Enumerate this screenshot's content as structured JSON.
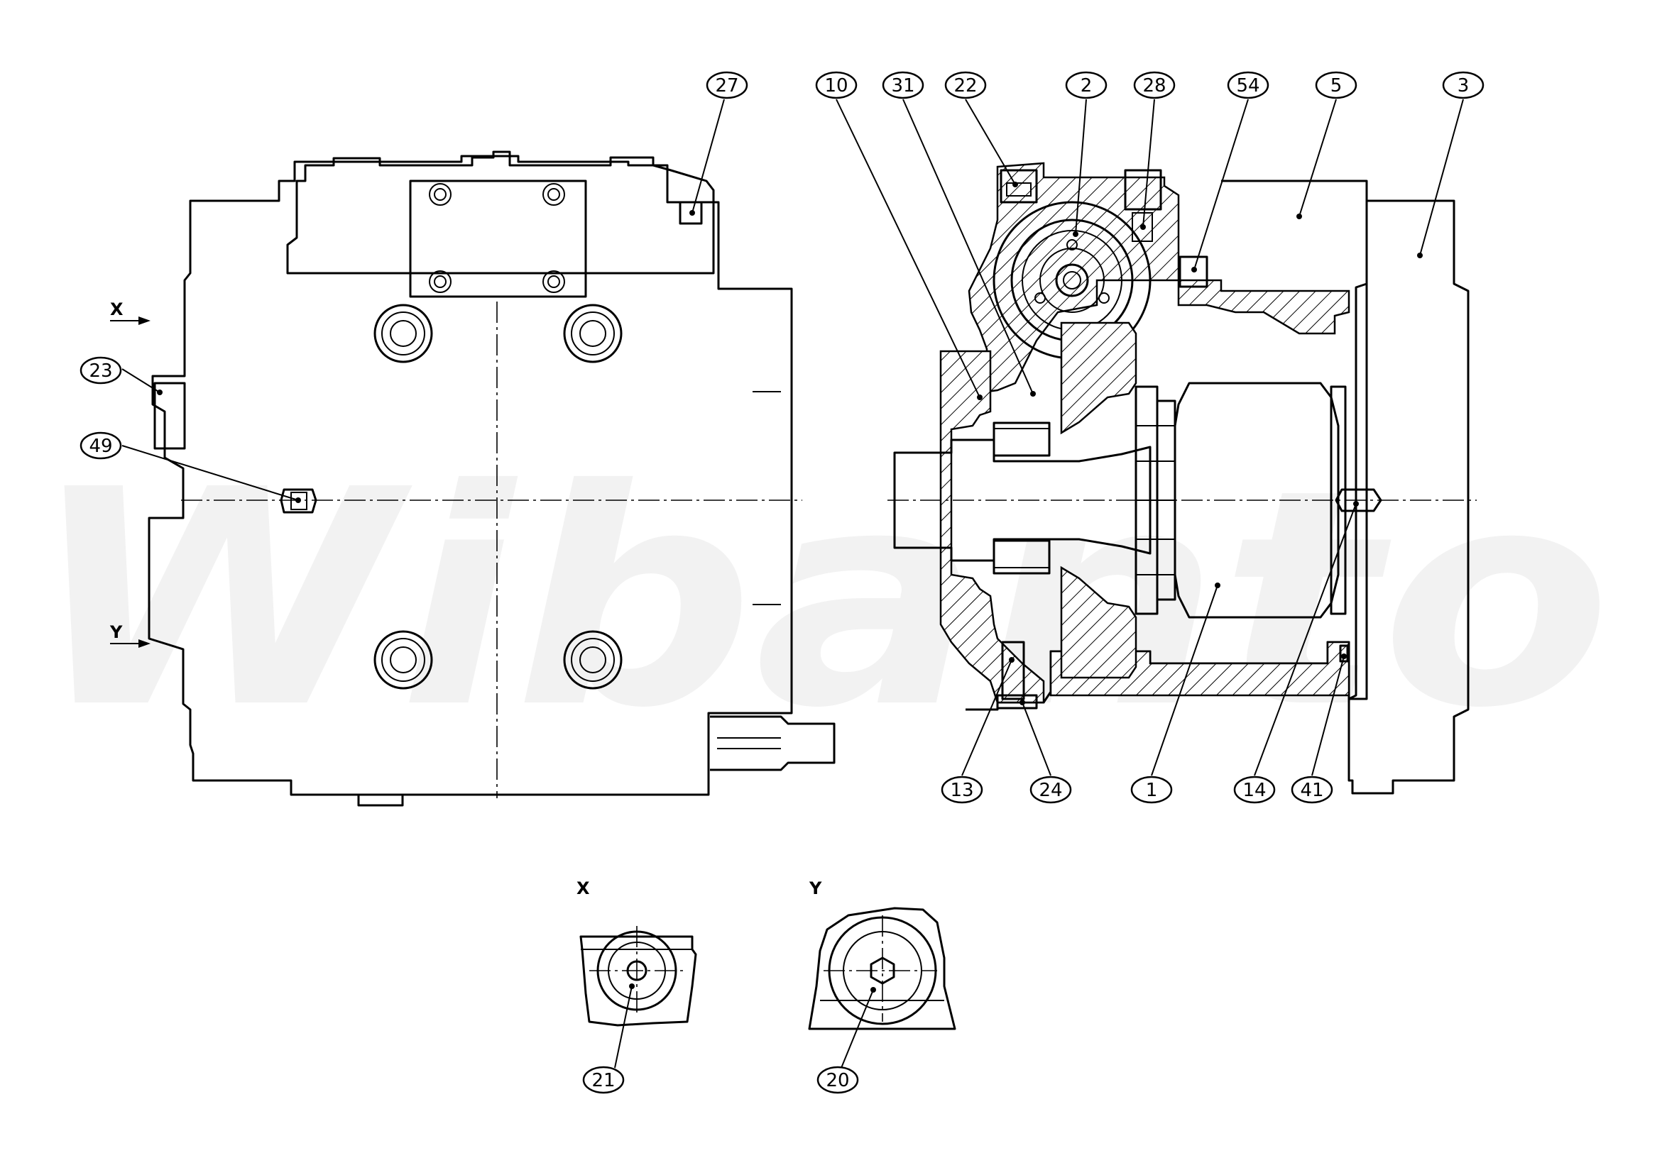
{
  "watermark": "Wibanto",
  "view_labels": {
    "arrow_x": "X",
    "arrow_y": "Y",
    "detail_x": "X",
    "detail_y": "Y"
  },
  "callouts": {
    "c27": "27",
    "c10": "10",
    "c31": "31",
    "c22": "22",
    "c2": "2",
    "c28": "28",
    "c54": "54",
    "c5": "5",
    "c3": "3",
    "c23": "23",
    "c49": "49",
    "c13": "13",
    "c24": "24",
    "c1": "1",
    "c14": "14",
    "c41": "41",
    "c21": "21",
    "c20": "20"
  }
}
